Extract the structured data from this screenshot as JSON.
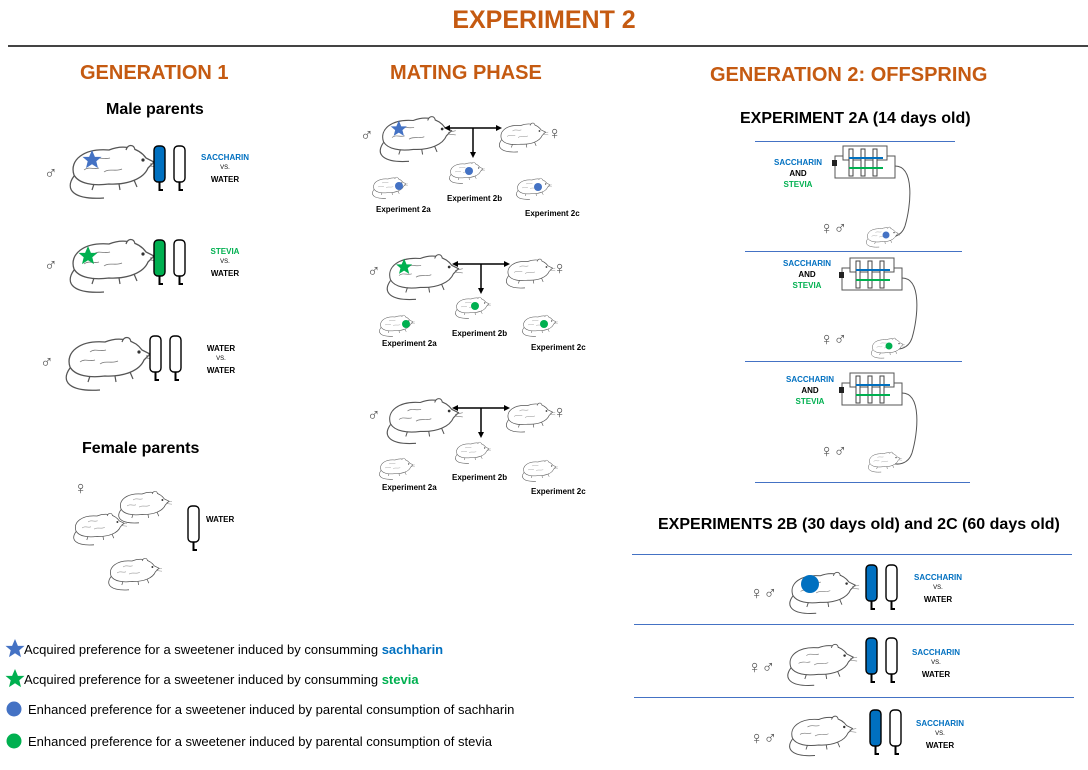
{
  "title": "EXPERIMENT 2",
  "generation1": {
    "heading": "GENERATION 1",
    "male_parents": "Male parents",
    "female_parents": "Female parents",
    "male_groups": [
      {
        "line1": "SACCHARIN",
        "vs": "VS.",
        "line3": "WATER"
      },
      {
        "line1": "STEVIA",
        "vs": "VS.",
        "line3": "WATER"
      },
      {
        "line1": "WATER",
        "vs": "VS.",
        "line3": "WATER"
      }
    ],
    "female_bottle": "WATER"
  },
  "mating": {
    "heading": "MATING PHASE",
    "rows": [
      {
        "exp_a": "Experiment 2a",
        "exp_b": "Experiment 2b",
        "exp_c": "Experiment 2c"
      },
      {
        "exp_a": "Experiment 2a",
        "exp_b": "Experiment 2b",
        "exp_c": "Experiment 2c"
      },
      {
        "exp_a": "Experiment 2a",
        "exp_b": "Experiment 2b",
        "exp_c": "Experiment 2c"
      }
    ]
  },
  "generation2": {
    "heading": "GENERATION 2: OFFSPRING",
    "exp2a_title": "EXPERIMENT 2A (14 days old)",
    "exp2a_rows": [
      {
        "line1": "SACCHARIN",
        "line2": "AND",
        "line3": "STEVIA"
      },
      {
        "line1": "SACCHARIN",
        "line2": "AND",
        "line3": "STEVIA"
      },
      {
        "line1": "SACCHARIN",
        "line2": "AND",
        "line3": "STEVIA"
      }
    ],
    "exp2bc_title": "EXPERIMENTS 2B (30 days old) and 2C (60 days old)",
    "exp2bc_rows": [
      {
        "line1": "SACCHARIN",
        "vs": "VS.",
        "line3": "WATER"
      },
      {
        "line1": "SACCHARIN",
        "vs": "VS.",
        "line3": "WATER"
      },
      {
        "line1": "SACCHARIN",
        "vs": "VS.",
        "line3": "WATER"
      }
    ]
  },
  "legend": {
    "blue_star_text": "Acquired preference for a sweetener induced by consumming ",
    "blue_star_bold": "sachharin",
    "green_star_text": "Acquired preference for a sweetener induced by consumming ",
    "green_star_bold": "stevia",
    "blue_dot_text": "Enhanced preference for a sweetener induced by parental consumption of sachharin",
    "green_dot_text": "Enhanced preference for a sweetener induced by parental consumption of stevia"
  },
  "symbols": {
    "male": "♂",
    "female": "♀"
  },
  "colors": {
    "accent": "#c55a11",
    "saccharin": "#0070c0",
    "stevia": "#00b050",
    "star_blue": "#4472c4",
    "dot_blue": "#4472c4",
    "dot_green": "#00b050"
  }
}
